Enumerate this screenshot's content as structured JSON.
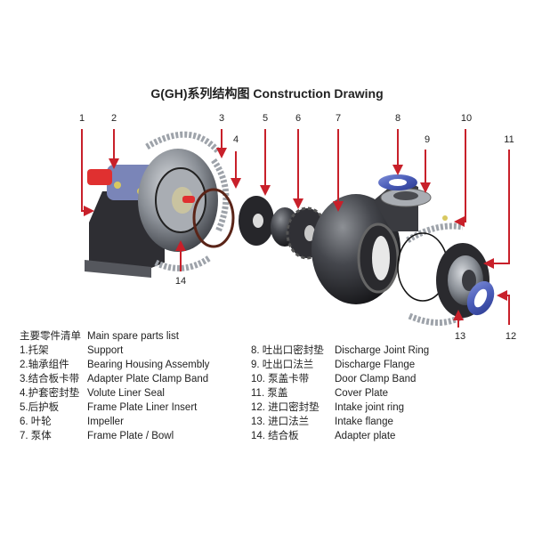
{
  "title": "G(GH)系列结构图 Construction Drawing",
  "colors": {
    "callout_red": "#c8202a",
    "seal_blue": "#2b3a8f",
    "metal_gray": "#8a8f96",
    "dark_body": "#2e2e33",
    "shaft_red": "#e03030",
    "bolt_yellow": "#d8c860"
  },
  "callouts": [
    {
      "n": "1"
    },
    {
      "n": "2"
    },
    {
      "n": "3"
    },
    {
      "n": "4"
    },
    {
      "n": "5"
    },
    {
      "n": "6"
    },
    {
      "n": "7"
    },
    {
      "n": "8"
    },
    {
      "n": "9"
    },
    {
      "n": "10"
    },
    {
      "n": "11"
    },
    {
      "n": "12"
    },
    {
      "n": "13"
    },
    {
      "n": "14"
    }
  ],
  "legend": {
    "header": {
      "cn": "主要零件清单",
      "en": "Main spare parts list"
    },
    "left": [
      {
        "cn": "1.托架",
        "en": "Support"
      },
      {
        "cn": "2.轴承组件",
        "en": "Bearing Housing Assembly"
      },
      {
        "cn": "3.结合板卡带",
        "en": "Adapter Plate Clamp Band"
      },
      {
        "cn": "4.护套密封垫",
        "en": "Volute Liner Seal"
      },
      {
        "cn": "5.后护板",
        "en": "Frame Plate Liner Insert"
      },
      {
        "cn": "6. 叶轮",
        "en": "Impeller"
      },
      {
        "cn": "7. 泵体",
        "en": "Frame Plate / Bowl"
      }
    ],
    "right": [
      {
        "cn": "8. 吐出口密封垫",
        "en": "Discharge Joint Ring"
      },
      {
        "cn": "9. 吐出口法兰",
        "en": "Discharge Flange"
      },
      {
        "cn": "10. 泵盖卡带",
        "en": "Door Clamp Band"
      },
      {
        "cn": "11. 泵盖",
        "en": "Cover Plate"
      },
      {
        "cn": "12. 进口密封垫",
        "en": "Intake joint ring"
      },
      {
        "cn": "13. 进口法兰",
        "en": "Intake flange"
      },
      {
        "cn": "14. 结合板",
        "en": "Adapter plate"
      }
    ]
  }
}
